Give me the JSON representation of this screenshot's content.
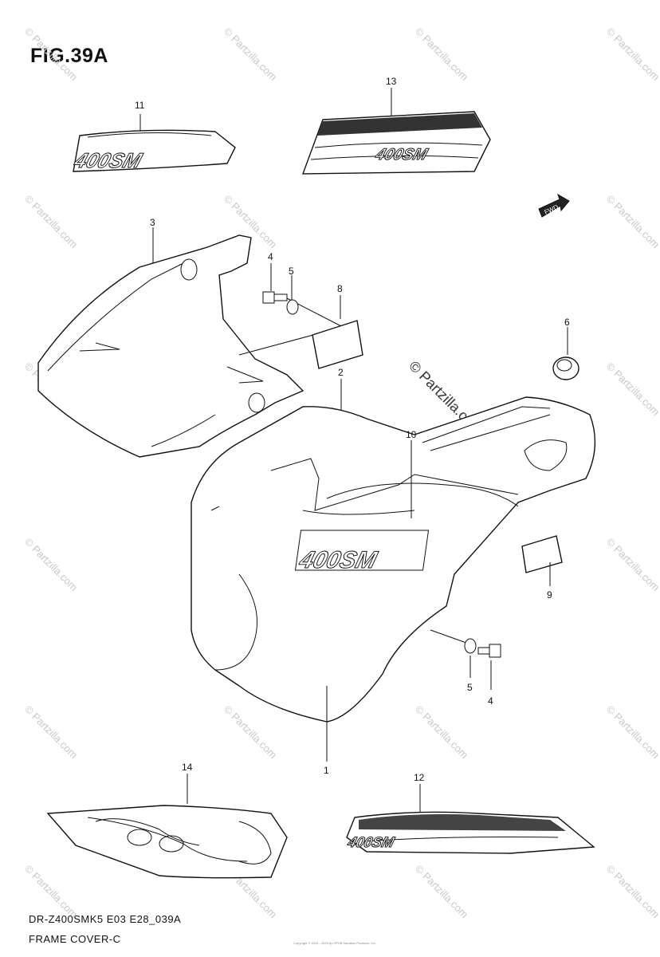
{
  "figure": {
    "title": "FIG.39A",
    "model_code": "DR-Z400SMK5 E03 E28_039A",
    "section_name": "FRAME COVER-C",
    "copyright": "Copyright © 2024 - 2025 by OPSB Sandbox Products, Inc."
  },
  "decals": {
    "label": "400SM",
    "fwd_label": "FWD"
  },
  "watermark": {
    "text": "© Partzilla.com"
  },
  "callouts": {
    "c1": "1",
    "c2": "2",
    "c3": "3",
    "c4a": "4",
    "c4b": "4",
    "c5a": "5",
    "c5b": "5",
    "c6": "6",
    "c8": "8",
    "c9": "9",
    "c10": "10",
    "c11": "11",
    "c12": "12",
    "c13": "13",
    "c14": "14"
  }
}
